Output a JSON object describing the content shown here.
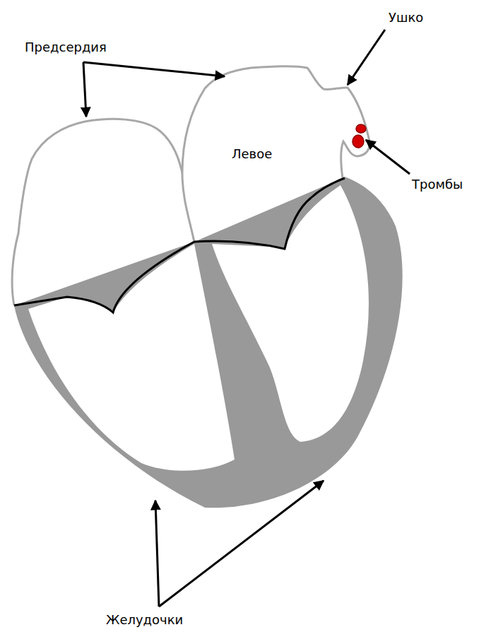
{
  "diagram": {
    "labels": [
      "Предсердия",
      "Ушко",
      "Левое",
      "Тромбы",
      "Желудочки"
    ]
  }
}
